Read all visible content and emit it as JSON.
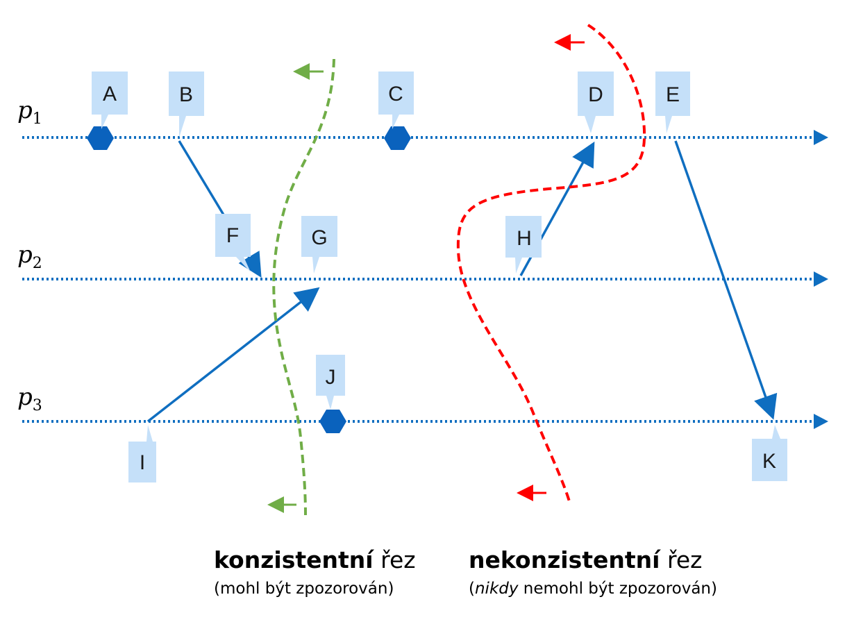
{
  "processes": [
    {
      "id": "p1",
      "base": "p",
      "sub": "1"
    },
    {
      "id": "p2",
      "base": "p",
      "sub": "2"
    },
    {
      "id": "p3",
      "base": "p",
      "sub": "3"
    }
  ],
  "events": [
    {
      "id": "A",
      "letter": "A",
      "process": "p1",
      "marker": "hexagon"
    },
    {
      "id": "B",
      "letter": "B",
      "process": "p1",
      "marker": "none"
    },
    {
      "id": "C",
      "letter": "C",
      "process": "p1",
      "marker": "hexagon"
    },
    {
      "id": "D",
      "letter": "D",
      "process": "p1",
      "marker": "none"
    },
    {
      "id": "E",
      "letter": "E",
      "process": "p1",
      "marker": "none"
    },
    {
      "id": "F",
      "letter": "F",
      "process": "p2",
      "marker": "none"
    },
    {
      "id": "G",
      "letter": "G",
      "process": "p2",
      "marker": "none"
    },
    {
      "id": "H",
      "letter": "H",
      "process": "p2",
      "marker": "none"
    },
    {
      "id": "I",
      "letter": "I",
      "process": "p3",
      "marker": "none"
    },
    {
      "id": "J",
      "letter": "J",
      "process": "p3",
      "marker": "hexagon"
    },
    {
      "id": "K",
      "letter": "K",
      "process": "p3",
      "marker": "none"
    }
  ],
  "messages": [
    {
      "from": "B",
      "to": "F"
    },
    {
      "from": "I",
      "to": "G"
    },
    {
      "from": "H",
      "to": "D"
    },
    {
      "from": "E",
      "to": "K"
    }
  ],
  "cuts": [
    {
      "id": "consistent",
      "color": "#70ad47",
      "direction": "left"
    },
    {
      "id": "inconsistent",
      "color": "#ff0000",
      "direction": "left"
    }
  ],
  "colors": {
    "timeline": "#0f6ec0",
    "event_marker": "#0a62bd",
    "callout": "#c5e0f9",
    "message": "#0f6ec0"
  },
  "captions": {
    "consistent": {
      "bold": "konzistentní",
      "rest": " řez",
      "sub": "(mohl být zpozorován)"
    },
    "inconsistent": {
      "bold": "nekonzistentní",
      "rest": " řez",
      "sub_open": "(",
      "sub_italic": "nikdy",
      "sub_rest": " nemohl být zpozorován)"
    }
  }
}
